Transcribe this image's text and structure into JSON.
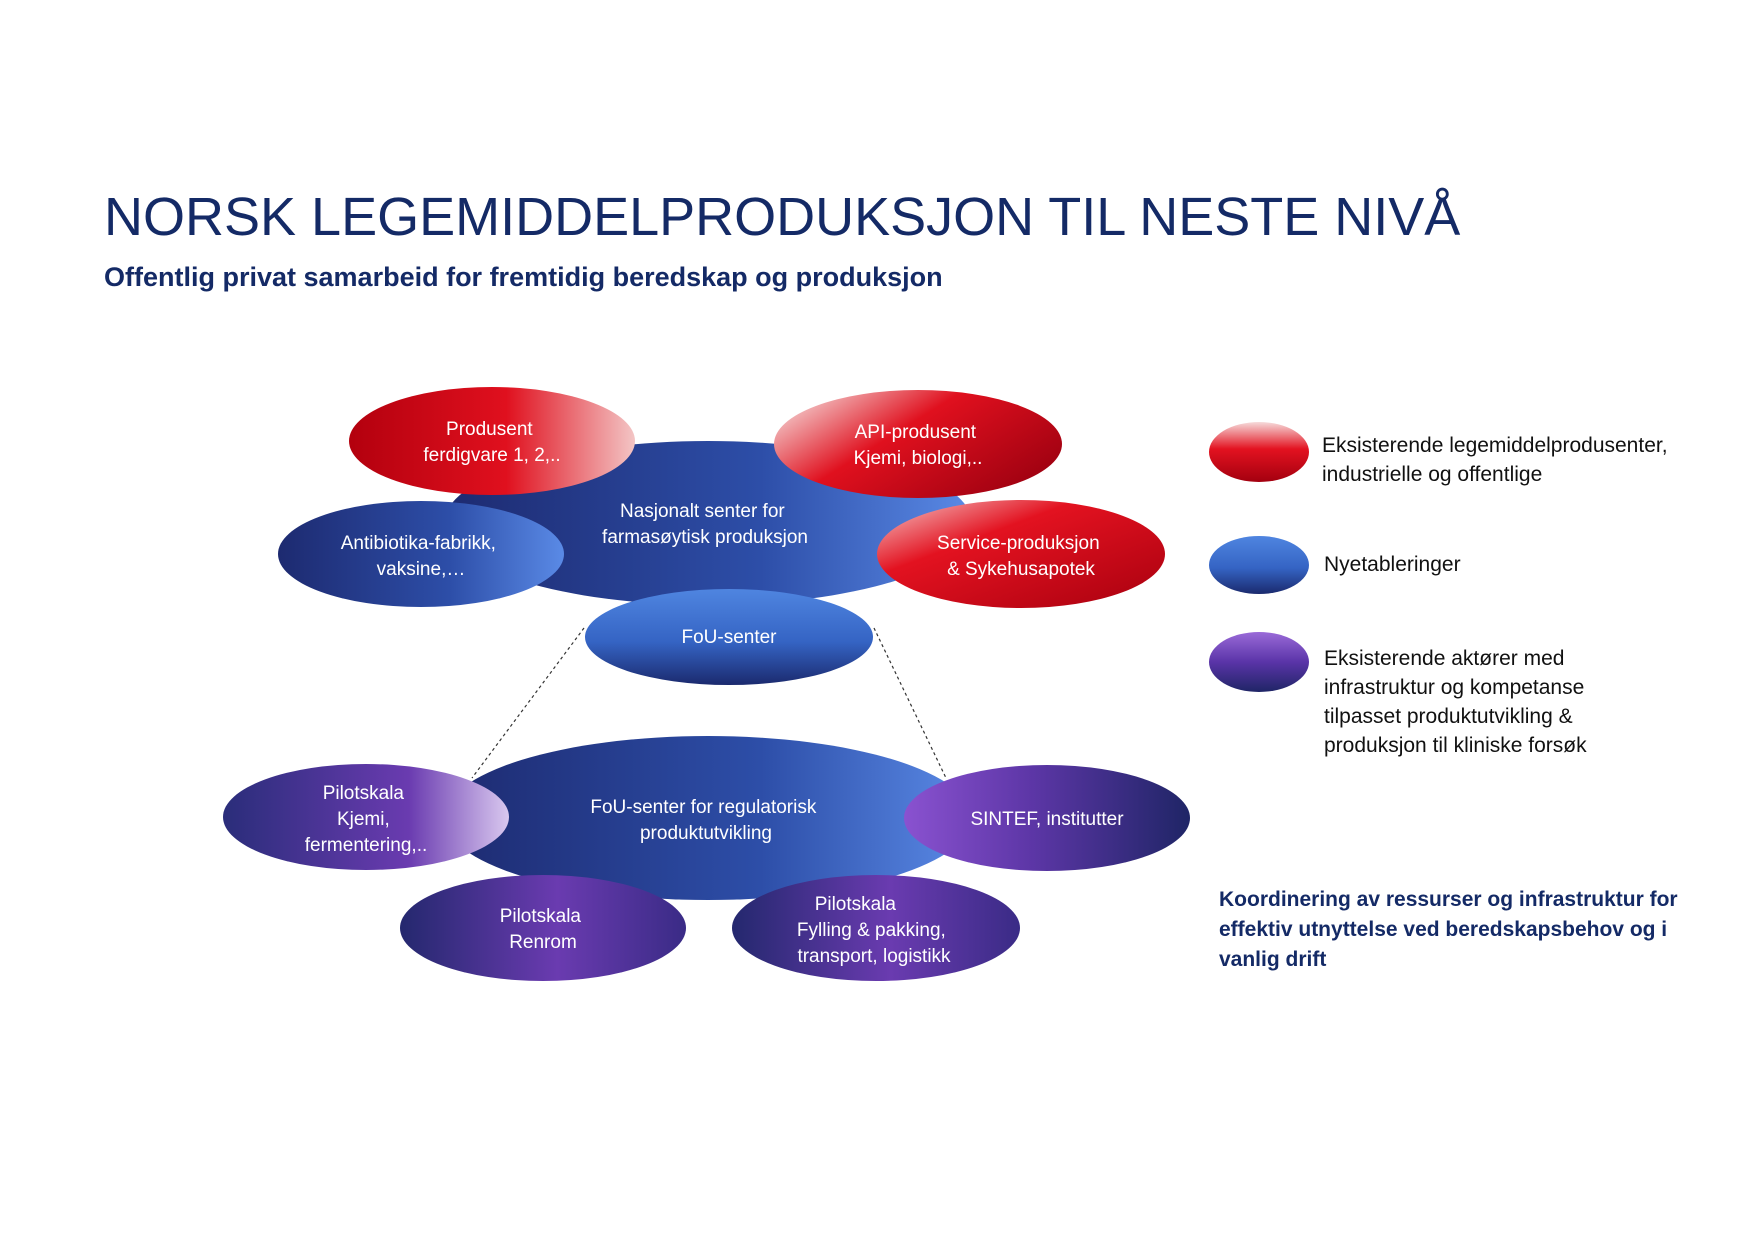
{
  "title": "NORSK LEGEMIDDELPRODUKSJON TIL NESTE NIVÅ",
  "subtitle": "Offentlig privat samarbeid for fremtidig beredskap og produksjon",
  "colors": {
    "title": "#142a66",
    "existing_producers": "#d0021b",
    "new_establishments": "#3a6fd0",
    "existing_actors": "#6a3bb0",
    "navy": "#1c2a6e"
  },
  "nodes": {
    "nasjonalt_senter": [
      "Nasjonalt senter for",
      "farmasøytisk produksjon"
    ],
    "produsent": [
      "Produsent",
      "ferdigvare 1, 2,.."
    ],
    "api_produsent": [
      "API-produsent",
      "Kjemi, biologi,.."
    ],
    "antibiotika": [
      "Antibiotika-fabrikk,",
      "vaksine,…"
    ],
    "service": [
      "Service-produksjon",
      "& Sykehusapotek"
    ],
    "fou_senter": [
      "FoU-senter"
    ],
    "fou_regulatorisk": [
      "FoU-senter for regulatorisk",
      "produktutvikling"
    ],
    "pilot_kjemi": [
      "Pilotskala",
      "Kjemi,",
      "fermentering,.."
    ],
    "sintef": [
      "SINTEF, institutter"
    ],
    "pilot_renrom": [
      "Pilotskala",
      "Renrom"
    ],
    "pilot_fylling": [
      "Pilotskala",
      "Fylling & pakking,",
      "transport, logistikk"
    ]
  },
  "legend": [
    {
      "category": "existing_producers",
      "lines": [
        "Eksisterende legemiddelprodusenter,",
        "industrielle og offentlige"
      ]
    },
    {
      "category": "new_establishments",
      "lines": [
        "Nyetableringer"
      ]
    },
    {
      "category": "existing_actors",
      "lines": [
        "Eksisterende aktører med",
        "infrastruktur og kompetanse",
        "tilpasset produktutvikling &",
        "produksjon til kliniske forsøk"
      ]
    }
  ],
  "coordination": [
    "Koordinering av ressurser og infrastruktur for",
    "effektiv utnyttelse ved beredskapsbehov og i",
    "vanlig drift"
  ]
}
